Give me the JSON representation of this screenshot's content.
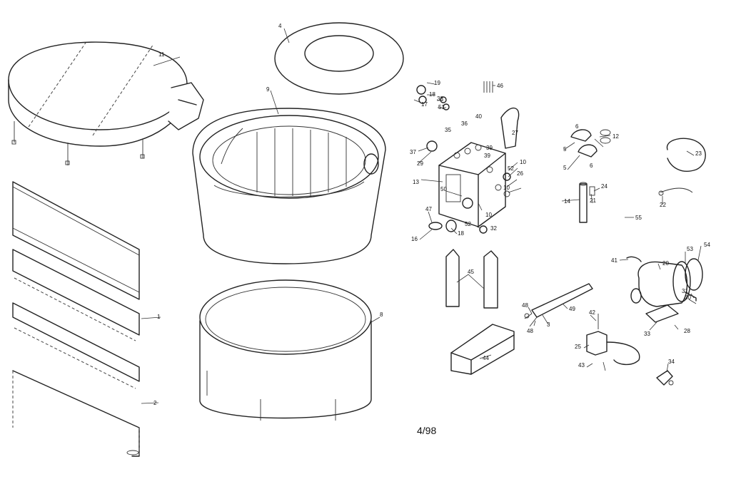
{
  "diagram": {
    "date_code": "4/98",
    "callouts": {
      "c11": "11",
      "c4": "4",
      "c9": "9",
      "c1": "1",
      "c2": "2",
      "c8": "8",
      "c19": "19",
      "c18": "18",
      "c17": "17",
      "c38": "38",
      "c51": "51",
      "c46": "46",
      "c40": "40",
      "c36": "36",
      "c35": "35",
      "c27": "27",
      "c39a": "39",
      "c39b": "39",
      "c37": "37",
      "c29": "29",
      "c13": "13",
      "c10a": "10",
      "c52a": "52",
      "c26": "26",
      "c10b": "10",
      "c50": "50",
      "c10c": "10",
      "c47": "47",
      "c16": "16",
      "c18b": "18",
      "c52b": "52",
      "c32": "32",
      "c6a": "6",
      "c12": "12",
      "c5a": "5",
      "c5b": "5",
      "c6b": "6",
      "c24": "24",
      "c14": "14",
      "c21": "21",
      "c23": "23",
      "c22": "22",
      "c55": "55",
      "c45": "45",
      "c41": "41",
      "c20": "20",
      "c53": "53",
      "c54": "54",
      "c31": "31",
      "c30": "30",
      "c49": "49",
      "c48a": "48",
      "c48b": "48",
      "c3": "3",
      "c42": "42",
      "c33": "33",
      "c28": "28",
      "c25": "25",
      "c43": "43",
      "c44": "44",
      "c34": "34"
    }
  }
}
